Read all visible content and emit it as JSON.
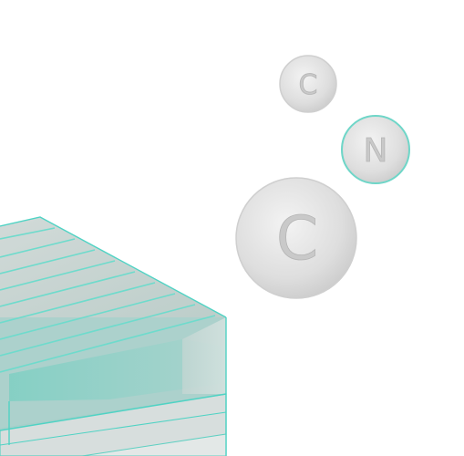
{
  "colors": {
    "background": "#ffffff",
    "slab_outline": "#4fd3c4",
    "slab_fill": "#7fd3c8",
    "atom_fill": "#d9d9d9",
    "atom_outline_default": "#cfcfcf",
    "atom_outline_highlight": "#6fd6c8"
  },
  "atoms": [
    {
      "element": "C",
      "size": "small",
      "highlighted": false
    },
    {
      "element": "N",
      "size": "small",
      "highlighted": true
    },
    {
      "element": "C",
      "size": "large",
      "highlighted": false
    }
  ],
  "slab": {
    "stacked_layers": 2
  }
}
